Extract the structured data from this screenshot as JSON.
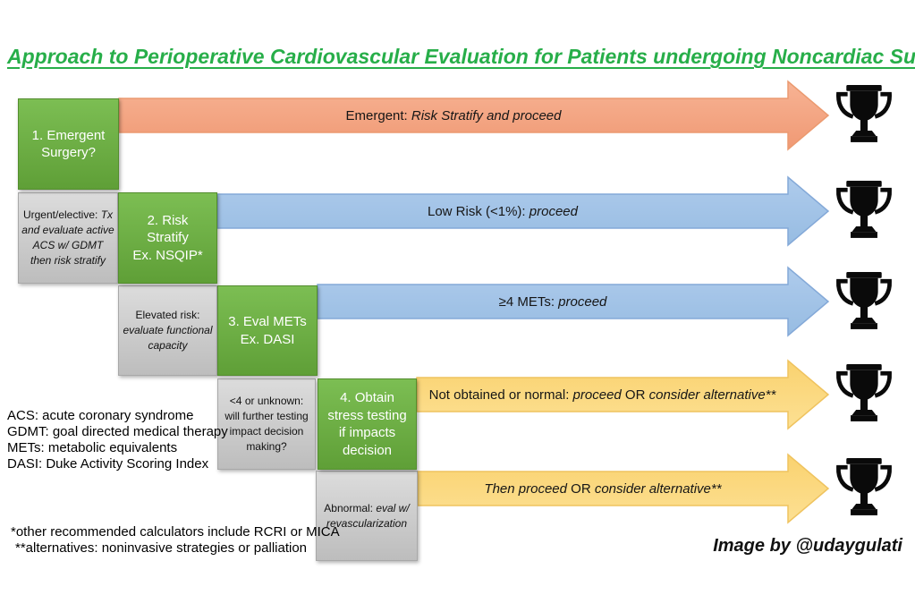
{
  "title": "Approach to Perioperative Cardiovascular Evaluation for Patients undergoing Noncardiac Surgery",
  "colors": {
    "title_green": "#27AE49",
    "step_green": "#6FAE44",
    "note_gray": "#CBCBCB",
    "arrow_orange": "#F4A583",
    "arrow_blue": "#A3C4E7",
    "arrow_yellow": "#FBD87F",
    "trophy_black": "#0A0A0A"
  },
  "steps": [
    {
      "lines": [
        "1. Emergent",
        "Surgery?"
      ]
    },
    {
      "lines": [
        "2. Risk",
        "Stratify",
        "Ex. NSQIP*"
      ]
    },
    {
      "lines": [
        "3. Eval METs",
        "Ex. DASI"
      ]
    },
    {
      "lines": [
        "4. Obtain",
        "stress testing",
        "if impacts",
        "decision"
      ]
    }
  ],
  "notes": [
    {
      "segments": [
        {
          "text": "Urgent/elective: ",
          "italic": false
        },
        {
          "text": "Tx and evaluate active ACS w/ GDMT then risk stratify",
          "italic": true
        }
      ]
    },
    {
      "segments": [
        {
          "text": "Elevated risk: ",
          "italic": false
        },
        {
          "text": "evaluate functional capacity",
          "italic": true
        }
      ]
    },
    {
      "segments": [
        {
          "text": "<4 or unknown: will further testing impact decision making?",
          "italic": false
        }
      ]
    },
    {
      "segments": [
        {
          "text": "Abnormal: ",
          "italic": false
        },
        {
          "text": "eval w/ revascularization",
          "italic": true
        }
      ]
    }
  ],
  "arrows": [
    {
      "color_name": "orange",
      "segments": [
        {
          "text": "Emergent: ",
          "italic": false
        },
        {
          "text": "Risk Stratify and proceed",
          "italic": true
        }
      ]
    },
    {
      "color_name": "blue",
      "segments": [
        {
          "text": "Low Risk (<1%): ",
          "italic": false
        },
        {
          "text": "proceed",
          "italic": true
        }
      ]
    },
    {
      "color_name": "blue",
      "segments": [
        {
          "text": "≥4 METs: ",
          "italic": false
        },
        {
          "text": "proceed",
          "italic": true
        }
      ]
    },
    {
      "color_name": "yellow",
      "segments": [
        {
          "text": "Not obtained or normal: ",
          "italic": false
        },
        {
          "text": "proceed",
          "italic": true
        },
        {
          "text": " OR ",
          "italic": false
        },
        {
          "text": "consider alternative**",
          "italic": true
        }
      ]
    },
    {
      "color_name": "yellow",
      "segments": [
        {
          "text": "Then proceed",
          "italic": true
        },
        {
          "text": " OR ",
          "italic": false
        },
        {
          "text": "consider alternative**",
          "italic": true
        }
      ]
    }
  ],
  "abbreviations": {
    "lines": [
      "ACS: acute coronary syndrome",
      "GDMT: goal directed medical therapy",
      "METs: metabolic equivalents",
      "DASI: Duke Activity Scoring Index"
    ]
  },
  "footnotes": {
    "lines": [
      "*other recommended calculators include RCRI or MICA",
      "**alternatives: noninvasive strategies or palliation"
    ]
  },
  "credit": "Image by @udaygulati",
  "icons": {
    "endpoint": "trophy-icon"
  }
}
